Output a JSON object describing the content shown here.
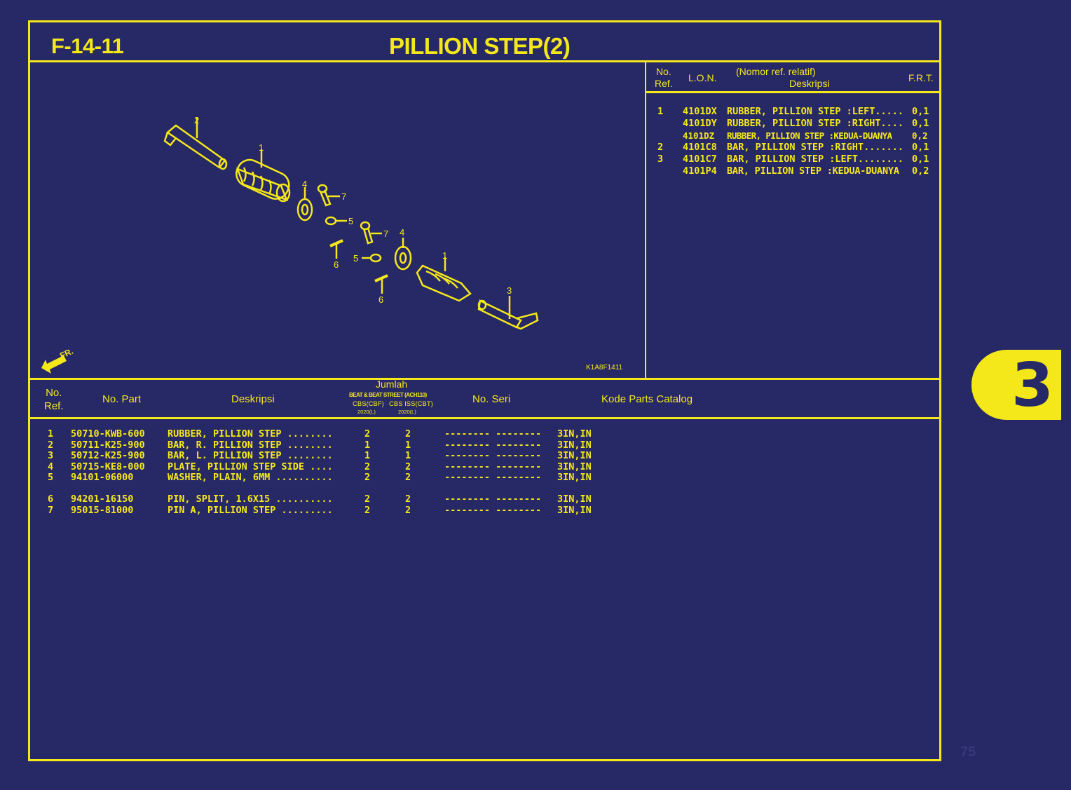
{
  "header": {
    "code": "F-14-11",
    "title": "PILLION STEP(2)"
  },
  "diagram": {
    "image_id": "K1A8F1411",
    "front_label": "FR.",
    "callouts": [
      "1",
      "1",
      "2",
      "3",
      "4",
      "4",
      "5",
      "5",
      "6",
      "6",
      "7",
      "7"
    ]
  },
  "relative_table": {
    "headers": {
      "no_ref": "No.\nRef.",
      "lon": "L.O.N.",
      "desc_top": "(Nomor ref. relatif)",
      "desc": "Deskripsi",
      "frt": "F.R.T."
    },
    "rows": [
      {
        "ref": "1",
        "lon": "4101DX",
        "desc": "RUBBER, PILLION STEP :LEFT.....",
        "frt": "0,1"
      },
      {
        "ref": "",
        "lon": "4101DY",
        "desc": "RUBBER, PILLION STEP :RIGHT....",
        "frt": "0,1"
      },
      {
        "ref": "",
        "lon": "4101DZ",
        "desc": "RUBBER, PILLION STEP :KEDUA-DUANYA",
        "frt": "0,2"
      },
      {
        "ref": "2",
        "lon": "4101C8",
        "desc": "BAR, PILLION STEP :RIGHT.......",
        "frt": "0,1"
      },
      {
        "ref": "3",
        "lon": "4101C7",
        "desc": "BAR, PILLION STEP :LEFT........",
        "frt": "0,1"
      },
      {
        "ref": "",
        "lon": "4101P4",
        "desc": "BAR, PILLION STEP :KEDUA-DUANYA",
        "frt": "0,2"
      }
    ]
  },
  "parts_table": {
    "headers": {
      "no_ref": "No.\nRef.",
      "part_no": "No. Part",
      "desc": "Deskripsi",
      "qty": "Jumlah",
      "model": "BEAT & BEAT STREET (ACH110)",
      "variant1": "CBS(CBF)",
      "variant2": "CBS ISS(CBT)",
      "year1": "2020(L)",
      "year2": "2020(L)",
      "serial": "No. Seri",
      "catalog": "Kode Parts Catalog"
    },
    "rows": [
      {
        "ref": "1",
        "part": "50710-KWB-600",
        "desc": "RUBBER, PILLION STEP ........",
        "q1": "2",
        "q2": "2",
        "serial": "-------- --------",
        "code": "3IN,IN"
      },
      {
        "ref": "2",
        "part": "50711-K25-900",
        "desc": "BAR, R. PILLION STEP ........",
        "q1": "1",
        "q2": "1",
        "serial": "-------- --------",
        "code": "3IN,IN"
      },
      {
        "ref": "3",
        "part": "50712-K25-900",
        "desc": "BAR, L. PILLION STEP ........",
        "q1": "1",
        "q2": "1",
        "serial": "-------- --------",
        "code": "3IN,IN"
      },
      {
        "ref": "4",
        "part": "50715-KE8-000",
        "desc": "PLATE, PILLION STEP SIDE ....",
        "q1": "2",
        "q2": "2",
        "serial": "-------- --------",
        "code": "3IN,IN"
      },
      {
        "ref": "5",
        "part": "94101-06000",
        "desc": "WASHER, PLAIN, 6MM ..........",
        "q1": "2",
        "q2": "2",
        "serial": "-------- --------",
        "code": "3IN,IN"
      },
      {
        "ref": "6",
        "part": "94201-16150",
        "desc": "PIN, SPLIT, 1.6X15 ..........",
        "q1": "2",
        "q2": "2",
        "serial": "-------- --------",
        "code": "3IN,IN"
      },
      {
        "ref": "7",
        "part": "95015-81000",
        "desc": "PIN A, PILLION STEP .........",
        "q1": "2",
        "q2": "2",
        "serial": "-------- --------",
        "code": "3IN,IN"
      }
    ]
  },
  "section_tab": {
    "number": "3"
  },
  "page_number": "75",
  "colors": {
    "background": "#272966",
    "accent": "#f5e81a"
  }
}
